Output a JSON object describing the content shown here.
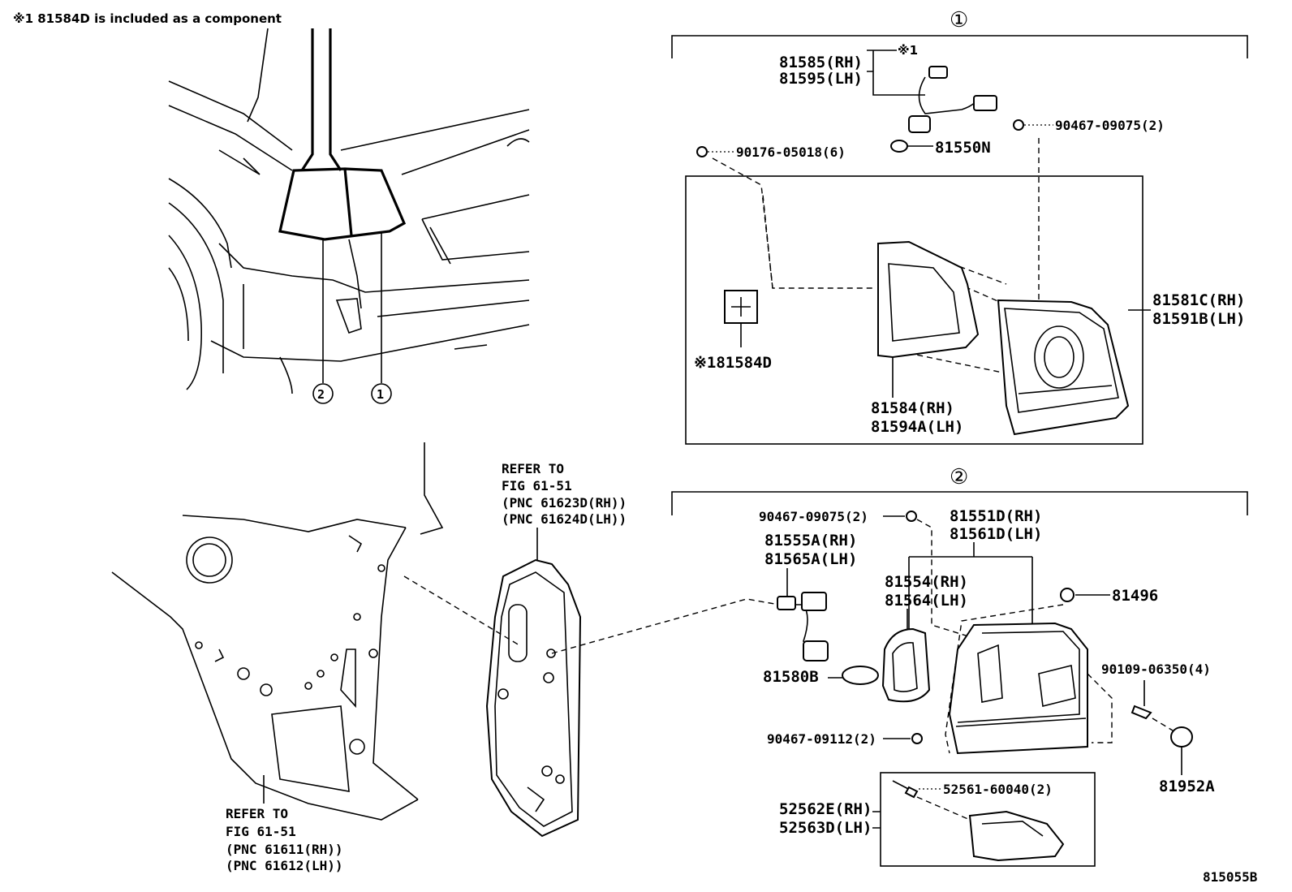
{
  "note": "※1 81584D is included as a component",
  "diagram_id": "815055B",
  "callouts": {
    "one": "①",
    "two": "②"
  },
  "group1": {
    "socket": [
      "81585(RH)",
      "81595(LH)"
    ],
    "ref_mark": "※1",
    "bulb": "81550N",
    "nut": "90467-09075(2)",
    "screw": "90176-05018(6)",
    "lamp": [
      "81581C(RH)",
      "81591B(LH)"
    ],
    "gasket": [
      "81584(RH)",
      "81594A(LH)"
    ],
    "component": "※181584D"
  },
  "group2": {
    "clip_top": "90467-09075(2)",
    "lamp": [
      "81551D(RH)",
      "81561D(LH)"
    ],
    "socket": [
      "81555A(RH)",
      "81565A(LH)"
    ],
    "gasket": [
      "81554(RH)",
      "81564(LH)"
    ],
    "clip_right": "81496",
    "bulb": "81580B",
    "screw": "90109-06350(4)",
    "clip_bottom": "90467-09112(2)",
    "cap": "81952A",
    "screw2": "52561-60040(2)",
    "bracket": [
      "52562E(RH)",
      "52563D(LH)"
    ]
  },
  "refer_upper": [
    "REFER TO",
    "FIG 61-51",
    "(PNC 61623D(RH))",
    "(PNC 61624D(LH))"
  ],
  "refer_lower": [
    "REFER TO",
    "FIG 61-51",
    "(PNC 61611(RH))",
    "(PNC 61612(LH))"
  ]
}
